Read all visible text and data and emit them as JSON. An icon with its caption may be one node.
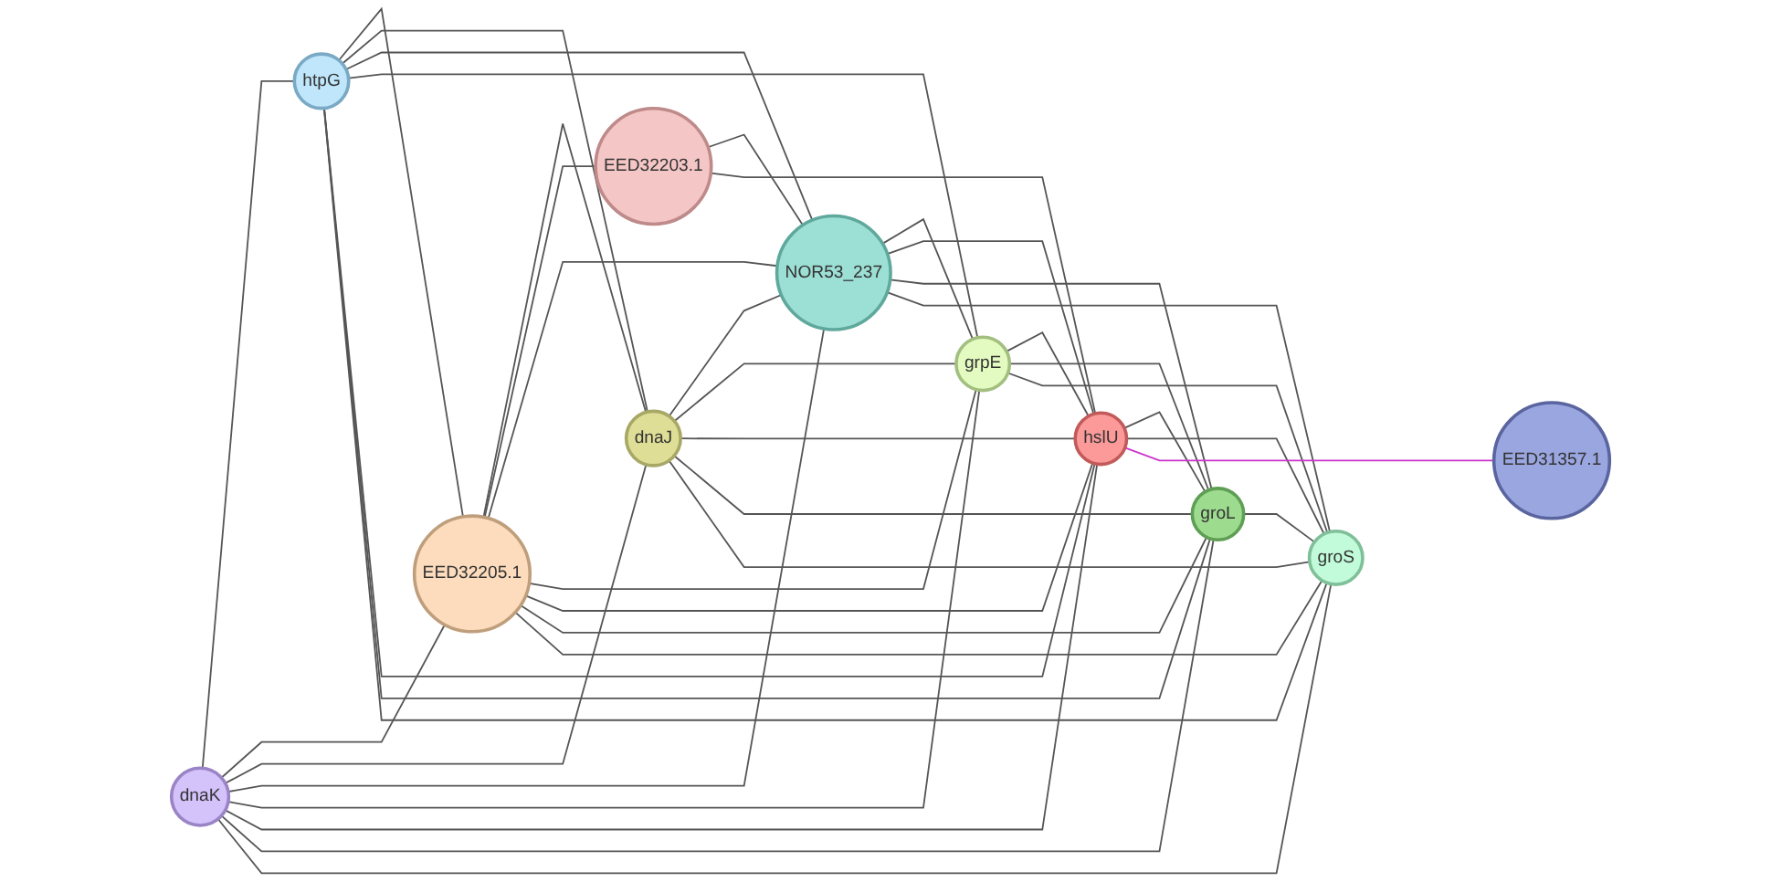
{
  "diagram": {
    "nodes": [
      {
        "text": [
          "dnaK"
        ]
      },
      {
        "text": [
          "htpG"
        ]
      },
      {
        "text": [
          "EED32205.1"
        ]
      },
      {
        "text": [
          "dnaJ"
        ]
      },
      {
        "text": [
          "EED32203.1"
        ]
      },
      {
        "text": [
          "NOR53_237"
        ]
      },
      {
        "text": [
          "grpE"
        ]
      },
      {
        "text": [
          "hslU"
        ]
      },
      {
        "text": [
          "groL"
        ]
      },
      {
        "text": [
          "groS"
        ]
      },
      {
        "text": [
          "EED31357.1"
        ]
      }
    ],
    "edges": [
      {
        "from": 0,
        "to": 1,
        "arrow": "none"
      },
      {
        "from": 0,
        "to": 2,
        "arrow": "none"
      },
      {
        "from": 0,
        "to": 3,
        "arrow": "none"
      },
      {
        "from": 0,
        "to": 5,
        "arrow": "none"
      },
      {
        "from": 0,
        "to": 6,
        "arrow": "none"
      },
      {
        "from": 0,
        "to": 7,
        "arrow": "none"
      },
      {
        "from": 0,
        "to": 8,
        "arrow": "none"
      },
      {
        "from": 0,
        "to": 9,
        "arrow": "none"
      },
      {
        "from": 1,
        "to": 2,
        "arrow": "none"
      },
      {
        "from": 1,
        "to": 3,
        "arrow": "none"
      },
      {
        "from": 1,
        "to": 5,
        "arrow": "none"
      },
      {
        "from": 1,
        "to": 6,
        "arrow": "none"
      },
      {
        "from": 1,
        "to": 7,
        "arrow": "none"
      },
      {
        "from": 1,
        "to": 8,
        "arrow": "none"
      },
      {
        "from": 1,
        "to": 9,
        "arrow": "none"
      },
      {
        "from": 2,
        "to": 3,
        "arrow": "none"
      },
      {
        "from": 2,
        "to": 4,
        "arrow": "none"
      },
      {
        "from": 2,
        "to": 5,
        "arrow": "none"
      },
      {
        "from": 2,
        "to": 6,
        "arrow": "none"
      },
      {
        "from": 2,
        "to": 7,
        "arrow": "none"
      },
      {
        "from": 2,
        "to": 8,
        "arrow": "none"
      },
      {
        "from": 2,
        "to": 9,
        "arrow": "none"
      },
      {
        "from": 3,
        "to": 5,
        "arrow": "none"
      },
      {
        "from": 3,
        "to": 6,
        "arrow": "none"
      },
      {
        "from": 3,
        "to": 7,
        "arrow": "none"
      },
      {
        "from": 3,
        "to": 8,
        "arrow": "none"
      },
      {
        "from": 3,
        "to": 9,
        "arrow": "none"
      },
      {
        "from": 4,
        "to": 5,
        "arrow": "none"
      },
      {
        "from": 4,
        "to": 7,
        "arrow": "none"
      },
      {
        "from": 5,
        "to": 6,
        "arrow": "none"
      },
      {
        "from": 5,
        "to": 7,
        "arrow": "none"
      },
      {
        "from": 5,
        "to": 8,
        "arrow": "none"
      },
      {
        "from": 5,
        "to": 9,
        "arrow": "none"
      },
      {
        "from": 6,
        "to": 7,
        "arrow": "none"
      },
      {
        "from": 6,
        "to": 8,
        "arrow": "none"
      },
      {
        "from": 6,
        "to": 9,
        "arrow": "none"
      },
      {
        "from": 7,
        "to": 8,
        "arrow": "none"
      },
      {
        "from": 7,
        "to": 9,
        "arrow": "none"
      },
      {
        "from": 8,
        "to": 9,
        "arrow": "none"
      },
      {
        "from": 7,
        "to": 10,
        "arrow": "none",
        "color": "#cc33cc"
      }
    ]
  }
}
